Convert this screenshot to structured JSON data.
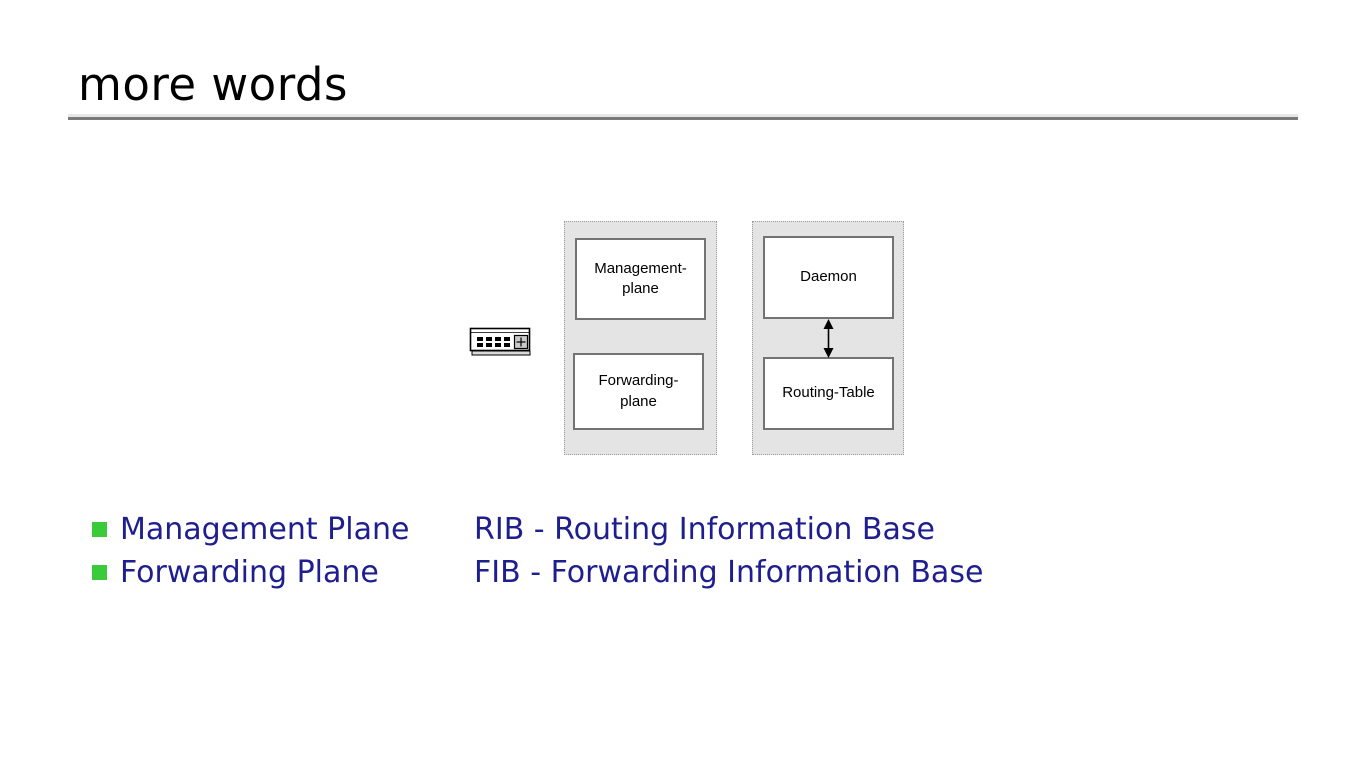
{
  "slide": {
    "title": "more words"
  },
  "diagram": {
    "panels": [
      {
        "name": "planes-panel",
        "boxes": [
          {
            "label": "Management-\nplane"
          },
          {
            "label": "Forwarding-\nplane"
          }
        ]
      },
      {
        "name": "control-panel",
        "boxes": [
          {
            "label": "Daemon"
          },
          {
            "label": "Routing-Table"
          }
        ]
      }
    ],
    "connector": {
      "name": "daemon-routing-table-arrow",
      "type": "double-headed-vertical-arrow"
    },
    "device": {
      "name": "network-switch-icon",
      "ports": 8
    },
    "colors": {
      "panel_fill": "#e4e4e4",
      "panel_border": "#9b9b9b",
      "box_fill": "#ffffff",
      "box_border": "#737373",
      "box_text": "#000000"
    }
  },
  "bullets": {
    "items": [
      {
        "label": "Management Plane"
      },
      {
        "label": "Forwarding Plane"
      }
    ],
    "marker_color": "#3ACB3A"
  },
  "expansions": {
    "items": [
      {
        "label": "RIB - Routing Information Base"
      },
      {
        "label": "FIB - Forwarding Information Base"
      }
    ],
    "text_color": "#1e1e8f"
  }
}
